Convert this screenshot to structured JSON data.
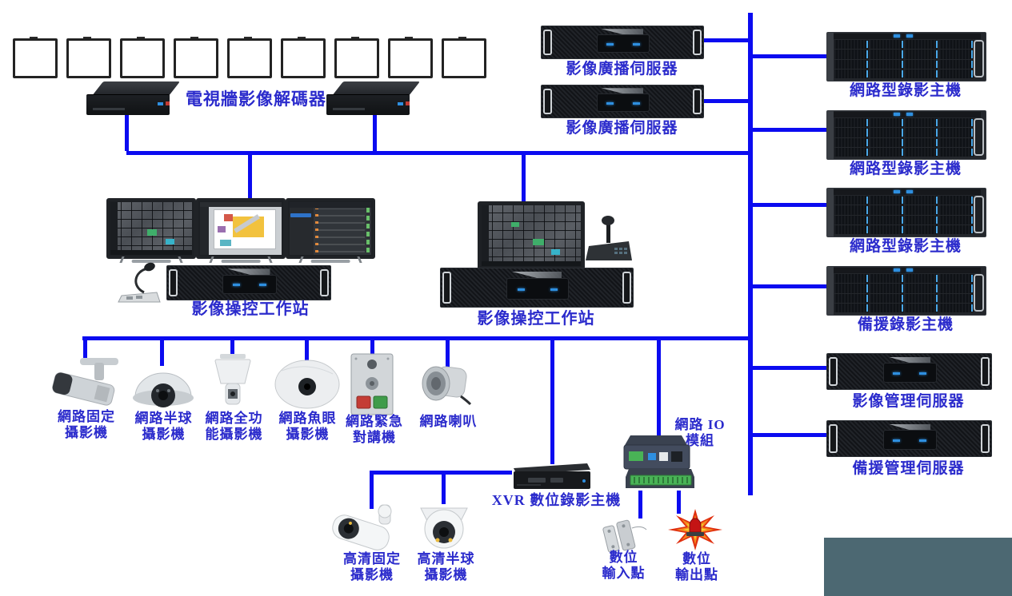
{
  "colors": {
    "connection_line": "#0b0bf0",
    "label_text": "#2b2bcc",
    "footer_block": "#4c6872",
    "drive_bay_accent": "#4aa8e8",
    "led_blue": "#2e8fe0"
  },
  "nodes": {
    "tv_wall": {
      "label": "電視牆影像解碼器",
      "monitor_count": 9,
      "decoder_count": 2,
      "icon": "monitor-icon"
    },
    "broadcast_server_1": {
      "label": "影像廣播伺服器",
      "icon": "rack-server-icon"
    },
    "broadcast_server_2": {
      "label": "影像廣播伺服器",
      "icon": "rack-server-icon"
    },
    "nvr_1": {
      "label": "網路型錄影主機",
      "icon": "storage-server-icon"
    },
    "nvr_2": {
      "label": "網路型錄影主機",
      "icon": "storage-server-icon"
    },
    "nvr_3": {
      "label": "網路型錄影主機",
      "icon": "storage-server-icon"
    },
    "nvr_backup": {
      "label": "備援錄影主機",
      "icon": "storage-server-icon"
    },
    "vms_server": {
      "label": "影像管理伺服器",
      "icon": "rack-server-icon"
    },
    "vms_backup_server": {
      "label": "備援管理伺服器",
      "icon": "rack-server-icon"
    },
    "workstation_1": {
      "label": "影像操控工作站",
      "icon": "workstation-icon"
    },
    "workstation_2": {
      "label": "影像操控工作站",
      "icon": "workstation-icon"
    },
    "ip_fixed_camera": {
      "line1": "網路固定",
      "line2": "攝影機",
      "icon": "bullet-camera-icon"
    },
    "ip_dome_camera": {
      "line1": "網路半球",
      "line2": "攝影機",
      "icon": "dome-camera-icon"
    },
    "ip_ptz_camera": {
      "line1": "網路全功",
      "line2": "能攝影機",
      "icon": "ptz-camera-icon"
    },
    "ip_fisheye_camera": {
      "line1": "網路魚眼",
      "line2": "攝影機",
      "icon": "fisheye-camera-icon"
    },
    "ip_intercom": {
      "line1": "網路緊急",
      "line2": "對講機",
      "icon": "intercom-icon"
    },
    "ip_speaker": {
      "label": "網路喇叭",
      "icon": "horn-speaker-icon"
    },
    "xvr": {
      "label": "XVR 數位錄影主機",
      "icon": "xvr-recorder-icon"
    },
    "hd_fixed_camera": {
      "line1": "高清固定",
      "line2": "攝影機",
      "icon": "hd-bullet-camera-icon"
    },
    "hd_dome_camera": {
      "line1": "高清半球",
      "line2": "攝影機",
      "icon": "hd-turret-camera-icon"
    },
    "io_module": {
      "line1": "網路 IO",
      "line2": "模組",
      "icon": "io-module-icon"
    },
    "digital_input": {
      "line1": "數位",
      "line2": "輸入點",
      "icon": "door-contact-icon"
    },
    "digital_output": {
      "line1": "數位",
      "line2": "輸出點",
      "icon": "alarm-strobe-icon"
    }
  }
}
